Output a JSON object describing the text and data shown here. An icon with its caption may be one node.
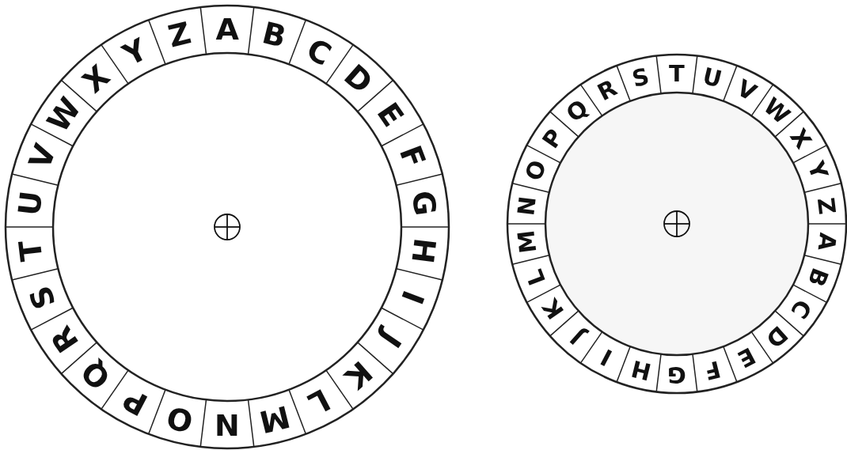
{
  "diagram": {
    "labels": [
      "A",
      "B",
      "C",
      "D",
      "E",
      "F",
      "G",
      "H",
      "I",
      "J",
      "K",
      "L",
      "M",
      "N",
      "O",
      "P",
      "Q",
      "R",
      "S",
      "T",
      "U",
      "V",
      "W",
      "X",
      "Y",
      "Z",
      "T",
      "U",
      "V",
      "W",
      "X",
      "Y",
      "Z",
      "A",
      "B",
      "C",
      "D",
      "E",
      "F",
      "G",
      "H",
      "I",
      "J",
      "K",
      "L",
      "M",
      "N",
      "O",
      "P",
      "Q",
      "R",
      "S"
    ]
  }
}
